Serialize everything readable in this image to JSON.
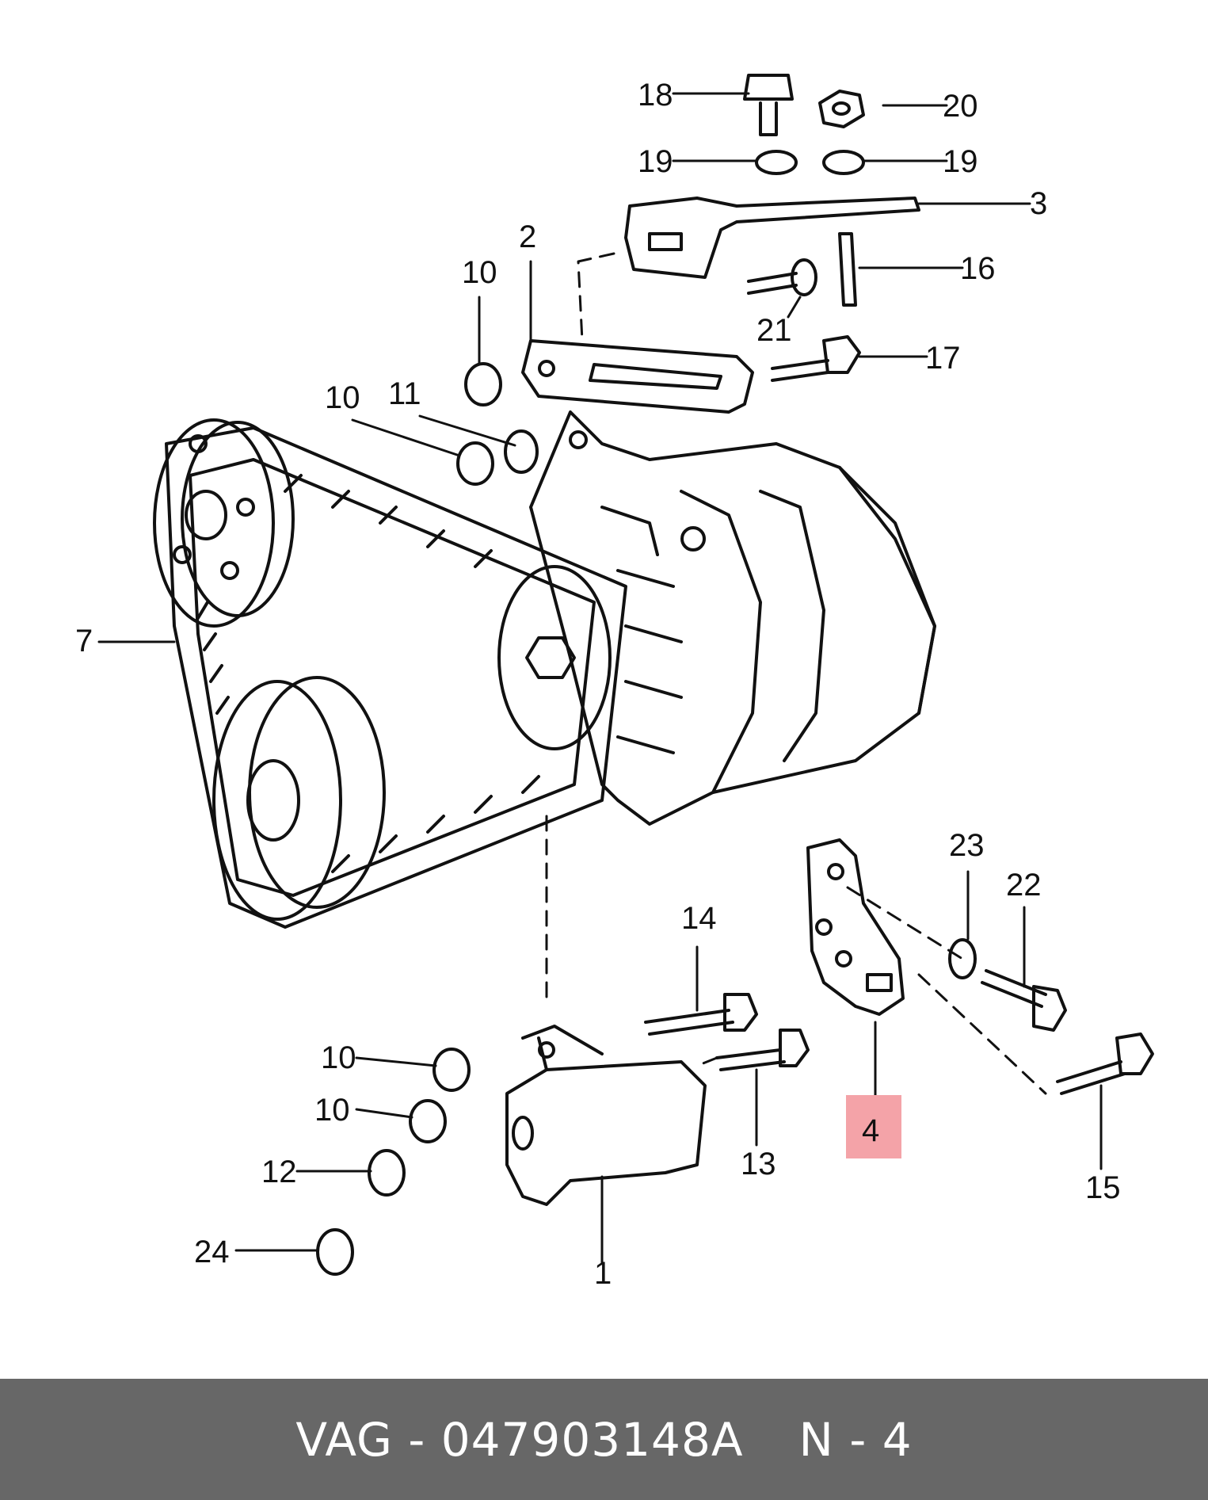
{
  "colors": {
    "background": "#ffffff",
    "line": "#111111",
    "highlight": "#f4a3a8",
    "footer_bg": "#676767",
    "footer_text": "#ffffff"
  },
  "callouts": {
    "c1": "1",
    "c2": "2",
    "c3": "3",
    "c4": "4",
    "c7": "7",
    "c10a": "10",
    "c10b": "10",
    "c10c": "10",
    "c10d": "10",
    "c11": "11",
    "c12": "12",
    "c13": "13",
    "c14": "14",
    "c15": "15",
    "c16": "16",
    "c17": "17",
    "c18": "18",
    "c19a": "19",
    "c19b": "19",
    "c20": "20",
    "c21": "21",
    "c22": "22",
    "c23": "23",
    "c24": "24"
  },
  "footer": {
    "part_number": "VAG - 047903148A",
    "position": "N - 4"
  }
}
